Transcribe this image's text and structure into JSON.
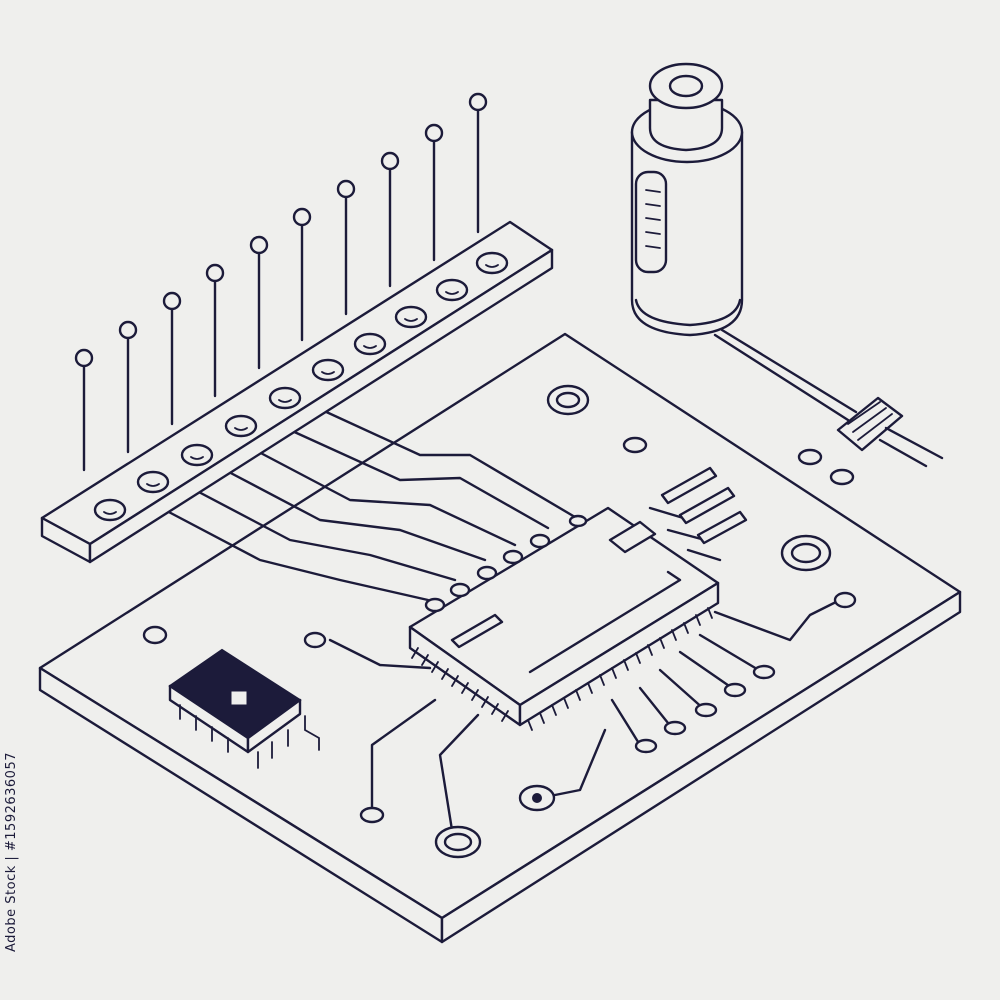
{
  "illustration": {
    "subject": "isometric circuit board line art",
    "ink_color": "#1c1b3a",
    "background_color": "#efefed"
  },
  "watermark": {
    "stock_id": "Adobe Stock | #1592636057",
    "repeated_text": "Adobe Stock"
  },
  "components": {
    "pin_header_pins": 10,
    "chip_pins_visible": true
  }
}
